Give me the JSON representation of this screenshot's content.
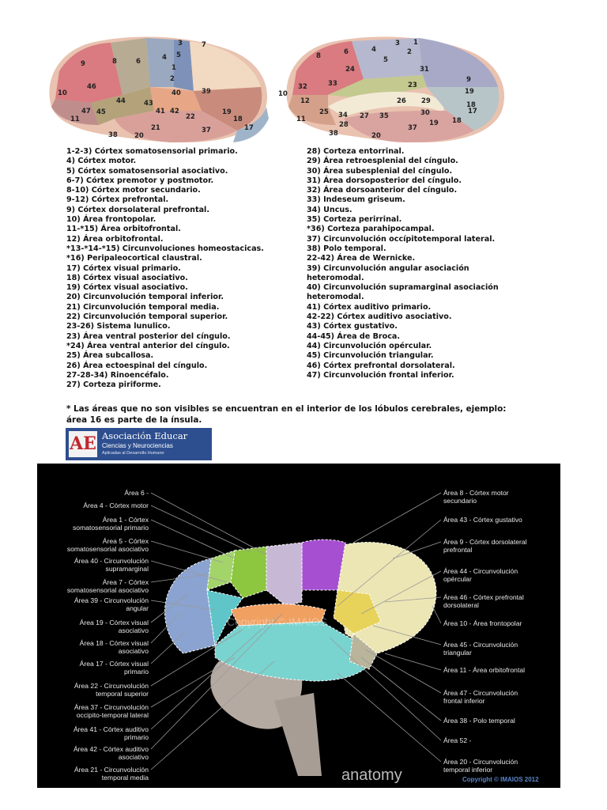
{
  "top_figure": {
    "left_brain_numbers": [
      "9",
      "8",
      "6",
      "4",
      "3",
      "5",
      "7",
      "1",
      "2",
      "10",
      "46",
      "44",
      "43",
      "40",
      "39",
      "47",
      "45",
      "41",
      "42",
      "22",
      "19",
      "18",
      "11",
      "21",
      "37",
      "17",
      "38",
      "20"
    ],
    "right_brain_numbers": [
      "6",
      "4",
      "3",
      "8",
      "24",
      "5",
      "2",
      "1",
      "31",
      "9",
      "32",
      "33",
      "23",
      "19",
      "10",
      "12",
      "26",
      "29",
      "18",
      "25",
      "34",
      "27",
      "35",
      "30",
      "17",
      "11",
      "28",
      "37",
      "19",
      "18",
      "38",
      "20"
    ]
  },
  "legend_left": [
    "1-2-3) Córtex somatosensorial primario.",
    "4) Córtex motor.",
    "5) Córtex somatosensorial asociativo.",
    "6-7) Córtex premotor y postmotor.",
    "8-10) Córtex motor secundario.",
    "9-12) Córtex prefrontal.",
    "9) Córtex dorsolateral prefrontal.",
    "10) Área frontopolar.",
    "11-*15) Área orbitofrontal.",
    "12) Área orbitofrontal.",
    "*13-*14-*15) Circunvoluciones homeostacicas.",
    "*16) Peripaleocortical claustral.",
    "17) Córtex visual primario.",
    "18) Córtex visual asociativo.",
    "19) Córtex visual asociativo.",
    "20) Circunvolución temporal inferior.",
    "21) Circunvolución temporal media.",
    "22) Circunvolución temporal superior.",
    "23-26) Sistema lunulico.",
    "23) Área ventral posterior del cíngulo.",
    "*24) Área ventral anterior del cíngulo.",
    "25) Área subcallosa.",
    "26) Área ectoespinal del cíngulo.",
    "27-28-34) Rinoencéfalo.",
    "27) Corteza piriforme."
  ],
  "legend_right": [
    "28) Corteza entorrinal.",
    "29) Área retroesplenial del cíngulo.",
    "30) Área subesplenial del cíngulo.",
    "31) Área dorsoposterior del cíngulo.",
    "32) Área dorsoanterior del cíngulo.",
    "33) Indeseum griseum.",
    "34) Uncus.",
    "35) Corteza perirrinal.",
    "*36) Corteza parahipocampal.",
    "37) Circunvolución occípitotemporal lateral.",
    "38) Polo temporal.",
    "22-42) Área de Wernicke.",
    "39) Circunvolución angular asociación",
    "heteromodal.",
    "40) Circunvolución supramarginal asociación",
    "heteromodal.",
    "41) Córtex auditivo primario.",
    "42-22) Córtex auditivo asociativo.",
    "43) Córtex gustativo.",
    "44-45) Área de Broca.",
    "44) Circunvolución opércular.",
    "45) Circunvolución triangular.",
    "46) Córtex prefrontal dorsolateral.",
    "47) Circunvolución frontal inferior."
  ],
  "footnote": {
    "line1": "* Las áreas que no son visibles se encuentran en el interior de los lóbulos cerebrales, ejemplo:",
    "line2": "área 16 es parte de la ínsula."
  },
  "logo": {
    "mark": "AE",
    "name": "Asociación Educar",
    "subtitle": "Ciencias y Neurociencias",
    "tagline": "Aplicadas al Desarrollo Humano"
  },
  "bottom_figure": {
    "left_labels": [
      [
        "Área 6 -"
      ],
      [
        "Área 4 - Córtex motor"
      ],
      [
        "Área 1 - Córtex",
        "somatosensorial primario"
      ],
      [
        "Área 5 - Córtex",
        "somatosensorial asociativo"
      ],
      [
        "Área 40 - Circunvolución",
        "supramarginal"
      ],
      [
        "Área 7 - Córtex",
        "somatosensorial asociativo"
      ],
      [
        "Área 39 - Circunvolución",
        "angular"
      ],
      [
        "Área 19 - Córtex visual",
        "asociativo"
      ],
      [
        "Área 18 - Córtex visual",
        "asociativo"
      ],
      [
        "Área 17 - Córtex visual",
        "primario"
      ],
      [
        "Área 22 - Circunvolución",
        "temporal superior"
      ],
      [
        "Área 37 - Circunvolución",
        "occipito-temporal lateral"
      ],
      [
        "Área 41 - Córtex auditivo",
        "primario"
      ],
      [
        "Área 42 - Córtex auditivo",
        "asociativo"
      ],
      [
        "Área 21 - Circunvolución",
        "temporal media"
      ]
    ],
    "right_labels": [
      [
        "Área 8 - Córtex motor",
        "secundario"
      ],
      [
        "Área 43 - Córtex gustativo"
      ],
      [
        "Área 9 - Córtex dorsolateral",
        "prefrontal"
      ],
      [
        "Área 44 - Circunvolución",
        "opércular"
      ],
      [
        "Área 46 - Córtex prefrontal",
        "dorsolateral"
      ],
      [
        "Área 10 - Área frontopolar"
      ],
      [
        "Área 45 - Circunvolución",
        "triangular"
      ],
      [
        "Área 11 - Área orbitofrontal"
      ],
      [
        "Área 47 - Circunvolución",
        "frontal inferior"
      ],
      [
        "Área 38 - Polo temporal"
      ],
      [
        "Área 52 -"
      ],
      [
        "Área 20 - Circunvolución",
        "temporal inferior"
      ]
    ],
    "watermark": "Copyright © IMAIOS",
    "brand": "anatomy",
    "copyright": "Copyright © IMAIOS 2012",
    "colors": {
      "premotor": "#c7b9d6",
      "supramarginal": "#8dc63f",
      "angular": "#5fc5c8",
      "occipital": "#8aa3d0",
      "temporal": "#79d3cf",
      "frontal": "#ece6b4",
      "broca": "#e8d35a",
      "dlpfc": "#a64fd1",
      "auditory": "#f0a061"
    }
  }
}
